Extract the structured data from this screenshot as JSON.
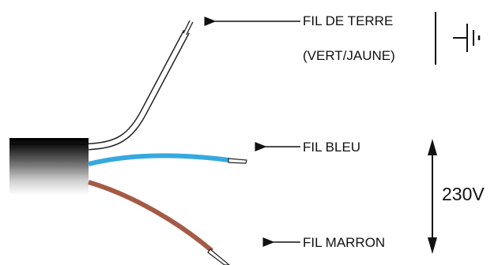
{
  "labels": {
    "earth_line1": "FIL DE TERRE",
    "earth_line2": "(VERT/JAUNE)",
    "blue": "FIL BLEU",
    "brown": "FIL MARRON",
    "voltage": "230V"
  },
  "icons": {
    "earth": "ground-symbol-icon",
    "voltage_arrow": "double-arrow-icon"
  },
  "colors": {
    "earth_wire": "#ffffff",
    "earth_wire_outline": "#222222",
    "blue_wire": "#35a9df",
    "brown_wire": "#a55a45",
    "sheath_dark": "#000000",
    "sheath_light": "#ffffff",
    "text": "#111111"
  }
}
